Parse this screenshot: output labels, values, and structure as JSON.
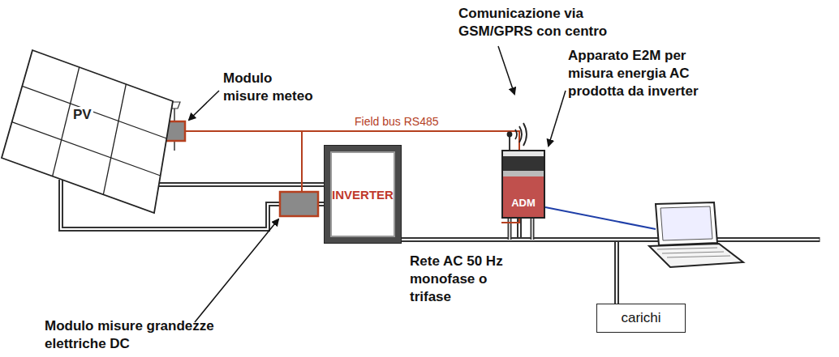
{
  "diagram": {
    "nodes": [
      {
        "text": [
          "PV"
        ]
      },
      {
        "text": [
          "INVERTER"
        ]
      },
      {
        "text": [
          "ADM"
        ]
      },
      {
        "text": [
          "carichi"
        ]
      }
    ],
    "edges": [
      {
        "from": 0,
        "to": 1,
        "arrow": "none"
      },
      {
        "from": 1,
        "to": 2,
        "arrow": "none"
      },
      {
        "from": 1,
        "to": 3,
        "arrow": "none"
      }
    ],
    "labels": [
      "Comunicazione via GSM/GPRS con centro",
      "Apparato E2M per misura energia AC prodotta da inverter",
      "Modulo misure meteo",
      "Field bus RS485",
      "Modulo misure grandezze elettriche DC",
      "Rete AC 50 Hz monofase o trifase"
    ]
  }
}
